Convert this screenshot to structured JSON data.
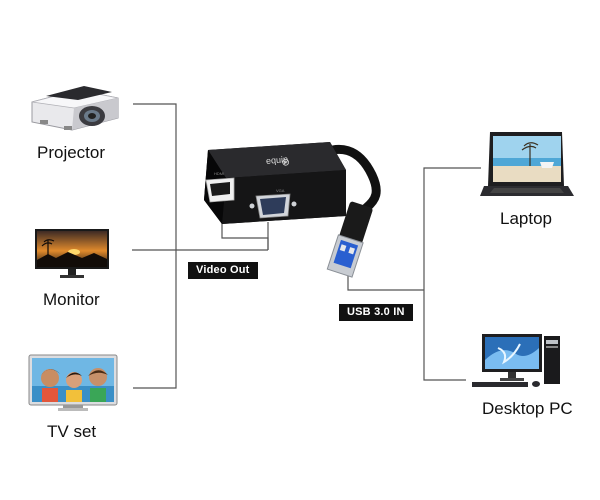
{
  "devices": {
    "projector": "Projector",
    "monitor": "Monitor",
    "tv": "TV set",
    "laptop": "Laptop",
    "desktop": "Desktop PC"
  },
  "ports": {
    "video_out": "Video Out",
    "usb_in": "USB 3.0 IN"
  },
  "adapter": {
    "brand": "equip",
    "hdmi_label": "HDMI",
    "vga_label": "VGA"
  },
  "colors": {
    "line": "#555555",
    "tag_bg": "#111111",
    "usb_blue": "#1f5fd0"
  },
  "icons": {
    "projector": "projector-icon",
    "monitor": "monitor-icon",
    "tv": "tv-icon",
    "laptop": "laptop-icon",
    "desktop": "desktop-pc-icon",
    "adapter": "usb-adapter-icon"
  }
}
